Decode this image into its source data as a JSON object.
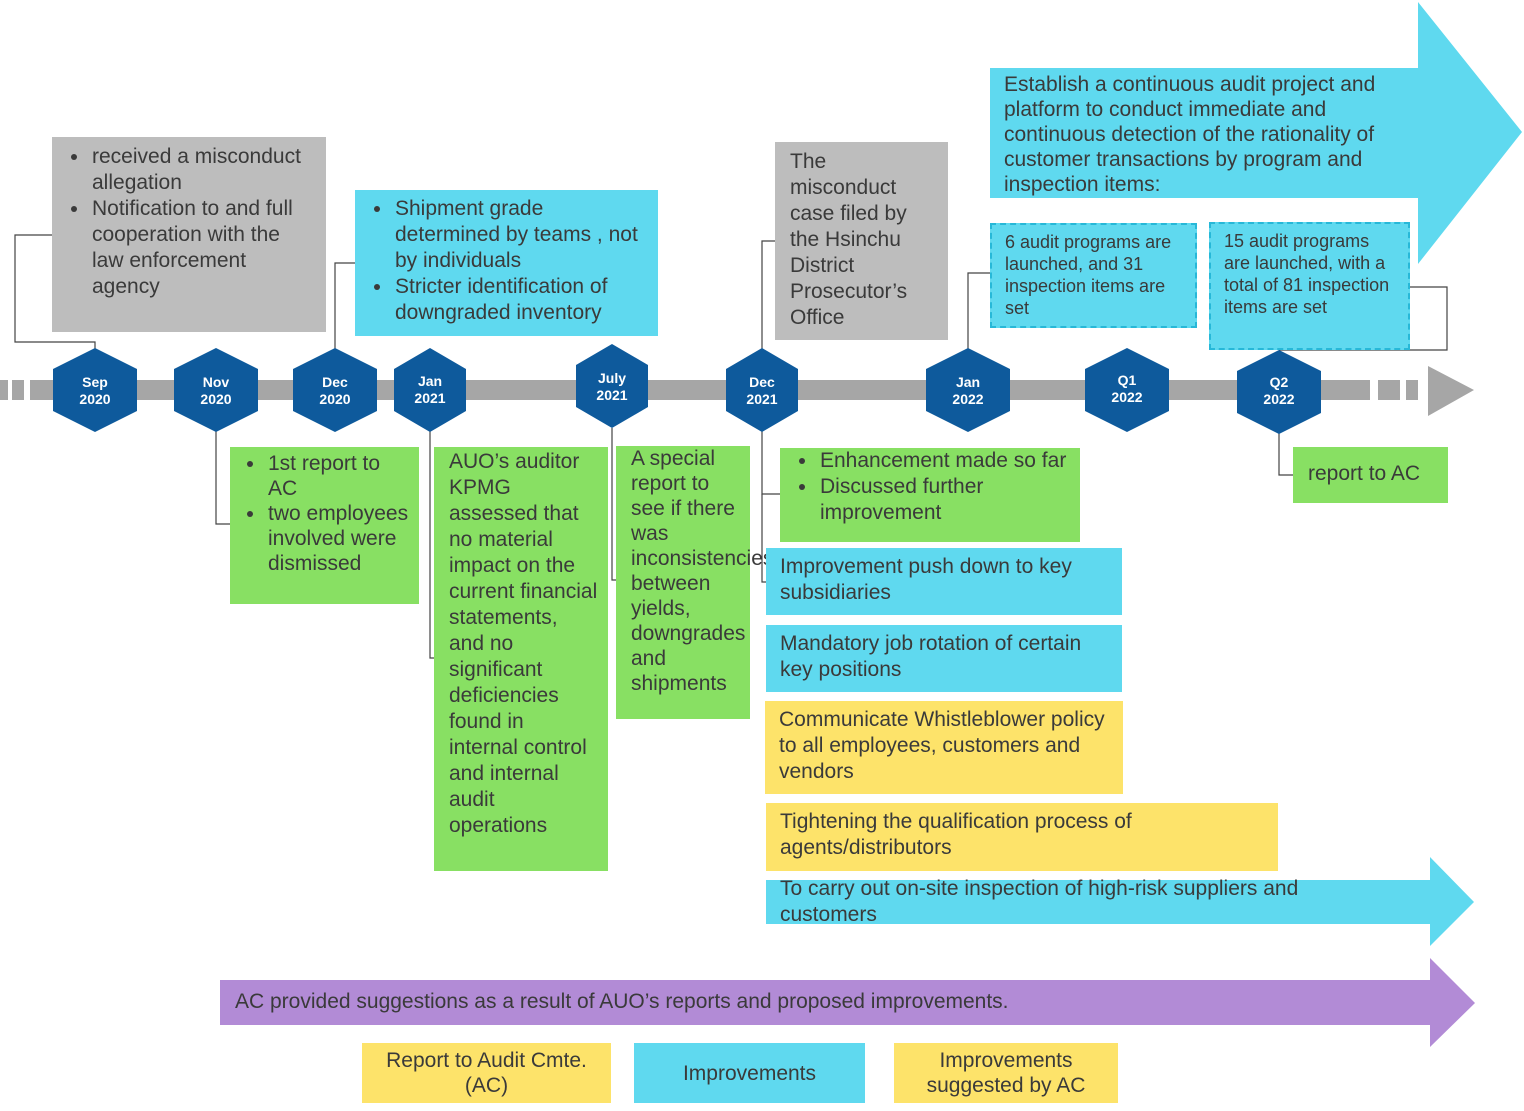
{
  "colors": {
    "gray": "#bdbdbd",
    "cyan": "#5fd9ef",
    "green": "#88e063",
    "yellow": "#fde36a",
    "purple": "#b28bd6",
    "hexagon": "#0e5a9c",
    "timeline": "#a6a6a6"
  },
  "timeline": {
    "milestones": [
      {
        "month": "Sep",
        "year": "2020"
      },
      {
        "month": "Nov",
        "year": "2020"
      },
      {
        "month": "Dec",
        "year": "2020"
      },
      {
        "month": "Jan",
        "year": "2021"
      },
      {
        "month": "July",
        "year": "2021"
      },
      {
        "month": "Dec",
        "year": "2021"
      },
      {
        "month": "Jan",
        "year": "2022"
      },
      {
        "month": "Q1",
        "year": "2022"
      },
      {
        "month": "Q2",
        "year": "2022"
      }
    ]
  },
  "boxes": {
    "sep2020": [
      "received a misconduct allegation",
      "Notification to and full cooperation with the law enforcement agency"
    ],
    "nov2020": [
      "1st report to AC",
      "two employees involved were dismissed"
    ],
    "dec2020": [
      "Shipment grade determined by teams , not by individuals",
      "Stricter identification of downgraded inventory"
    ],
    "jan2021": "AUO’s auditor KPMG assessed that no material impact on the current financial statements, and no significant deficiencies found in internal control and internal audit operations",
    "july2021": "A special report to see if there was inconsistencies between yields, downgrades and shipments",
    "dec2021_top": "The misconduct case filed by the Hsinchu District Prosecutor’s Office",
    "dec2021_bottom": [
      "Enhancement made so far",
      "Discussed further improvement"
    ],
    "push_down": "Improvement push down to key subsidiaries",
    "job_rotation": "Mandatory job rotation of certain key positions",
    "whistleblower": "Communicate Whistleblower policy to all employees, customers and vendors",
    "tightening": "Tightening the qualification process of agents/distributors",
    "onsite": "To carry out on-site inspection of high-risk suppliers and customers",
    "continuous_audit": "Establish a continuous audit project and platform to conduct immediate and continuous detection of the rationality of customer transactions by program and inspection items:",
    "jan2022": "6 audit programs are launched, and 31 inspection items are set",
    "q2_2022_top": "15 audit programs are launched, with a total of 81 inspection items are set",
    "q2_2022_bottom": "report to AC",
    "ac_arrow": "AC provided suggestions as a result of AUO’s reports and proposed improvements."
  },
  "legend": [
    {
      "label": "Report to Audit Cmte. (AC)",
      "color": "yellow"
    },
    {
      "label": "Improvements",
      "color": "cyan"
    },
    {
      "label": "Improvements suggested by AC",
      "color": "yellow"
    }
  ]
}
